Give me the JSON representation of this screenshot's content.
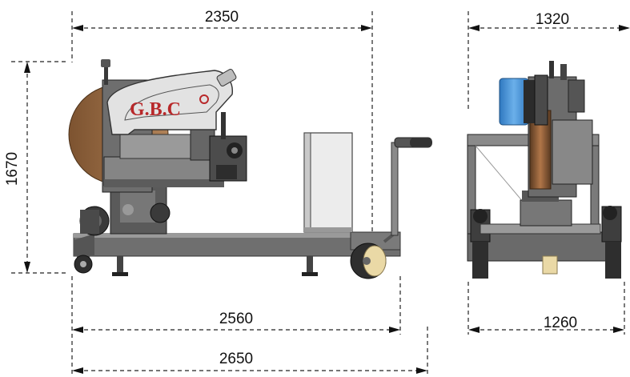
{
  "brand": {
    "logo_text": "G.B.C"
  },
  "dimensions": {
    "side_top_width": "2350",
    "side_height": "1670",
    "side_width_lower": "2560",
    "side_width_total": "2650",
    "front_top_width": "1320",
    "front_bottom_width": "1260"
  },
  "colors": {
    "blade": "#9a6a40",
    "guard": "#e2e2e2",
    "body": "#7a7a7a",
    "dark": "#3a3a3a",
    "motor_blue": "#3f8fd6",
    "brand_red": "#b8282a",
    "wheel_cream": "#ead9a6"
  }
}
